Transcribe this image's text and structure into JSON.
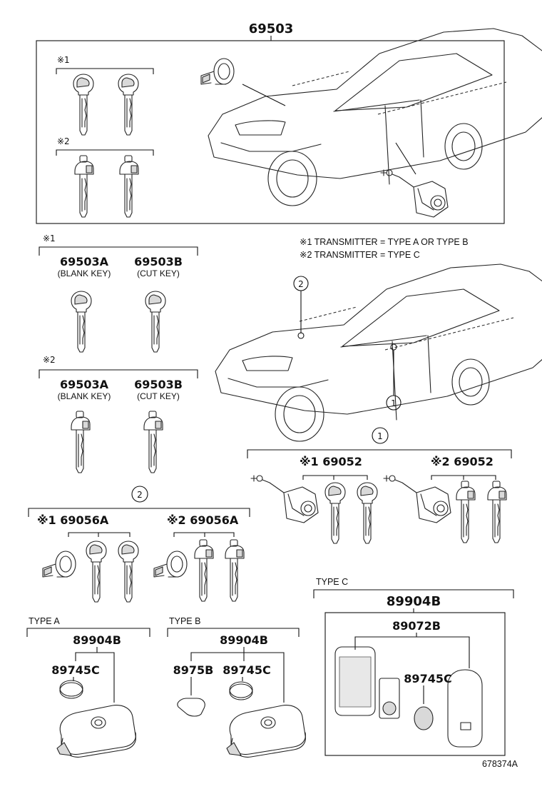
{
  "top_part": "69503",
  "marks": {
    "m1": "※1",
    "m2": "※2"
  },
  "notes": {
    "n1": "※1 TRANSMITTER = TYPE A OR TYPE B",
    "n2": "※2 TRANSMITTER = TYPE C"
  },
  "callouts": {
    "c1": "1",
    "c2": "2"
  },
  "keys_m1": {
    "mark": "※1",
    "left": {
      "part": "69503A",
      "desc": "(BLANK KEY)"
    },
    "right": {
      "part": "69503B",
      "desc": "(CUT KEY)"
    }
  },
  "keys_m2": {
    "mark": "※2",
    "left": {
      "part": "69503A",
      "desc": "(BLANK KEY)"
    },
    "right": {
      "part": "69503B",
      "desc": "(CUT KEY)"
    }
  },
  "group1": {
    "callout": "1",
    "left_label": "※1 69052",
    "right_label": "※2 69052"
  },
  "group2": {
    "callout": "2",
    "left_label": "※1 69056A",
    "right_label": "※2 69056A"
  },
  "type_a": {
    "title": "TYPE  A",
    "top_part": "89904B",
    "battery": "89745C"
  },
  "type_b": {
    "title": "TYPE  B",
    "top_part": "89904B",
    "part1": "8975B",
    "battery": "89745C"
  },
  "type_c": {
    "title": "TYPE C",
    "top_part": "89904B",
    "sub_part": "89072B",
    "battery": "89745C"
  },
  "figure_id": "678374A"
}
